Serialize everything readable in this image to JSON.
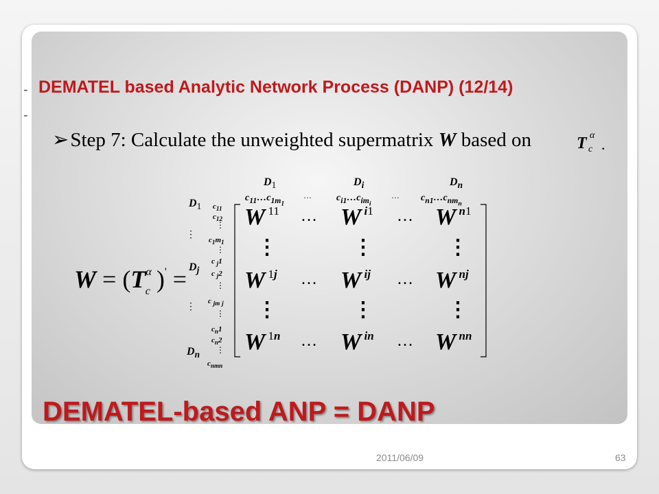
{
  "slide": {
    "title": "DEMATEL based Analytic Network Process (DANP) (12/14)",
    "step_prefix": "Step 7",
    "step_rest": ": Calculate the unweighted supermatrix ",
    "step_var": "W",
    "step_tail": " based on",
    "symbol": "T_c^α",
    "slogan": "DEMATEL-based ANP = DANP",
    "date": "2011/06/09",
    "page_number": "63"
  },
  "equation": {
    "lhs": "W = (T_c^α)' =",
    "col_headers": [
      "D1",
      "Di",
      "Dn"
    ],
    "col_sub": [
      "c11…c1m1",
      "ci1…cimi",
      "cn1…cnmn"
    ],
    "row_headers": [
      "D1",
      "Dj",
      "Dn"
    ],
    "blocks": [
      [
        "W^11",
        "W^i1",
        "W^n1"
      ],
      [
        "W^1j",
        "W^ij",
        "W^nj"
      ],
      [
        "W^1n",
        "W^in",
        "W^nn"
      ]
    ]
  }
}
